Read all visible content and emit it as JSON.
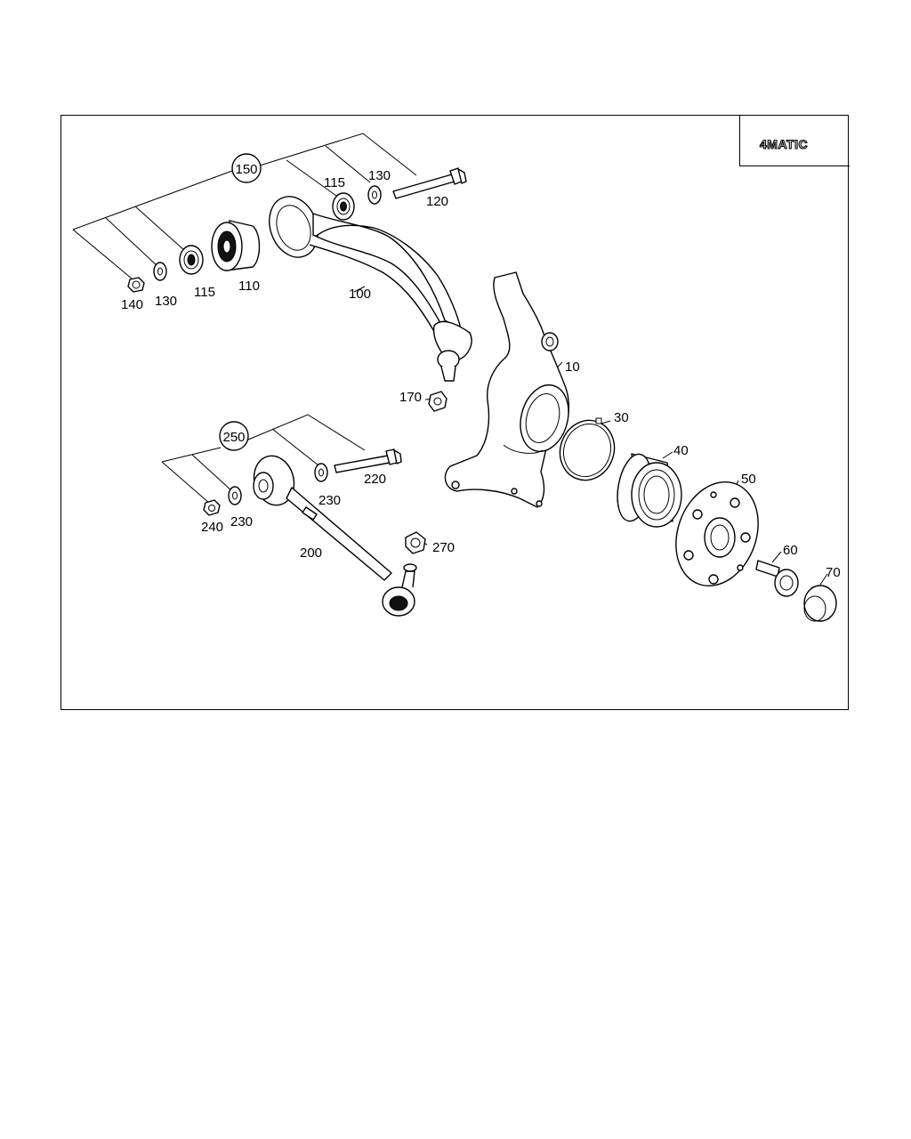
{
  "badge": {
    "text": "4MATIC"
  },
  "labels": {
    "l150": "150",
    "l250": "250",
    "l10": "10",
    "l30": "30",
    "l40": "40",
    "l50": "50",
    "l60": "60",
    "l70": "70",
    "l100": "100",
    "l110": "110",
    "l115a": "115",
    "l115b": "115",
    "l120": "120",
    "l130a": "130",
    "l130b": "130",
    "l140": "140",
    "l170": "170",
    "l200": "200",
    "l220": "220",
    "l230a": "230",
    "l230b": "230",
    "l240": "240",
    "l270": "270"
  }
}
